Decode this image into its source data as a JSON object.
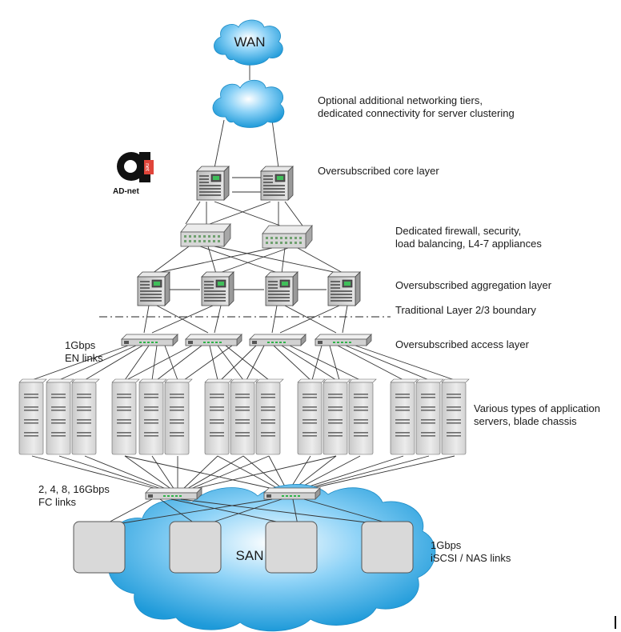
{
  "clouds": {
    "wan": "WAN",
    "san": "SAN"
  },
  "logo": {
    "text": "AD-net",
    "badge": "net"
  },
  "labels": {
    "tiers_line1": "Optional additional networking tiers,",
    "tiers_line2": "dedicated connectivity for server clustering",
    "core": "Oversubscribed core layer",
    "firewall_line1": "Dedicated firewall, security,",
    "firewall_line2": "load balancing, L4-7 appliances",
    "aggregation": "Oversubscribed aggregation layer",
    "boundary": "Traditional Layer 2/3 boundary",
    "access": "Oversubscribed access layer",
    "en_line1": "1Gbps",
    "en_line2": "EN links",
    "servers_line1": "Various types of application",
    "servers_line2": "servers, blade chassis",
    "fc_line1": "2, 4, 8, 16Gbps",
    "fc_line2": "FC links",
    "iscsi_line1": "1Gbps",
    "iscsi_line2": "iSCSI / NAS links"
  },
  "colors": {
    "cloud_fill": "#2aa5e4",
    "cloud_highlight": "#e8f7ff",
    "device_gray": "#cfcfcf",
    "storage_gray": "#d8d8d8",
    "line": "#333333"
  },
  "icons": {
    "cloud": "cloud-icon",
    "core_switch": "server-tower-icon",
    "appliance": "rack-appliance-icon",
    "access_switch": "network-switch-icon",
    "server": "blade-server-icon",
    "storage": "storage-array-icon"
  }
}
